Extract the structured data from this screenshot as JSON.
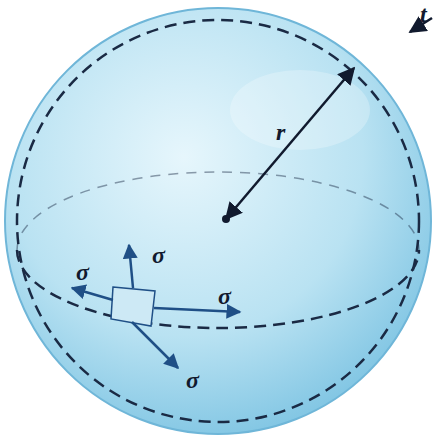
{
  "diagram": {
    "labels": [
      "σ",
      "σ",
      "σ",
      "σ",
      "r",
      "t"
    ]
  }
}
